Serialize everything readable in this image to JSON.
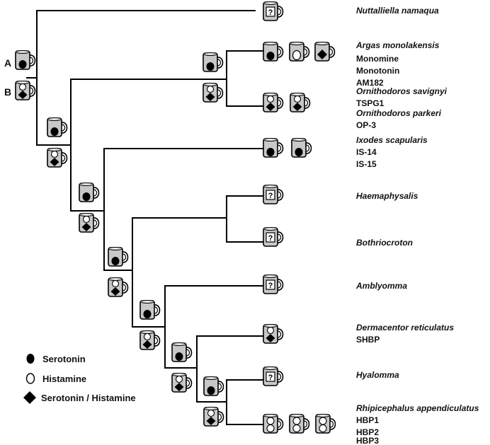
{
  "row_labels": {
    "a": "A",
    "b": "B"
  },
  "legend": {
    "serotonin": "Serotonin",
    "histamine": "Histamine",
    "both": "Serotonin / Histamine"
  },
  "unknown_mark": "?",
  "taxa": [
    {
      "name": "Nuttalliella namaqua",
      "proteins": []
    },
    {
      "name": "Argas monolakensis",
      "proteins": [
        "Monomine",
        "Monotonin",
        "AM182"
      ]
    },
    {
      "name": "Ornithodoros savignyi",
      "proteins": [
        "TSPG1"
      ]
    },
    {
      "name": "Ornithodoros parkeri",
      "proteins": [
        "OP-3"
      ]
    },
    {
      "name": "Ixodes scapularis",
      "proteins": [
        "IS-14",
        "IS-15"
      ]
    },
    {
      "name": "Haemaphysalis",
      "proteins": []
    },
    {
      "name": "Bothriocroton",
      "proteins": []
    },
    {
      "name": "Amblyomma",
      "proteins": []
    },
    {
      "name": "Dermacentor reticulatus",
      "proteins": [
        "SHBP"
      ]
    },
    {
      "name": "Hyalomma",
      "proteins": []
    },
    {
      "name": "Rhipicephalus appendiculatus",
      "proteins": [
        "HBP1",
        "HBP2",
        "HBP3"
      ]
    }
  ]
}
